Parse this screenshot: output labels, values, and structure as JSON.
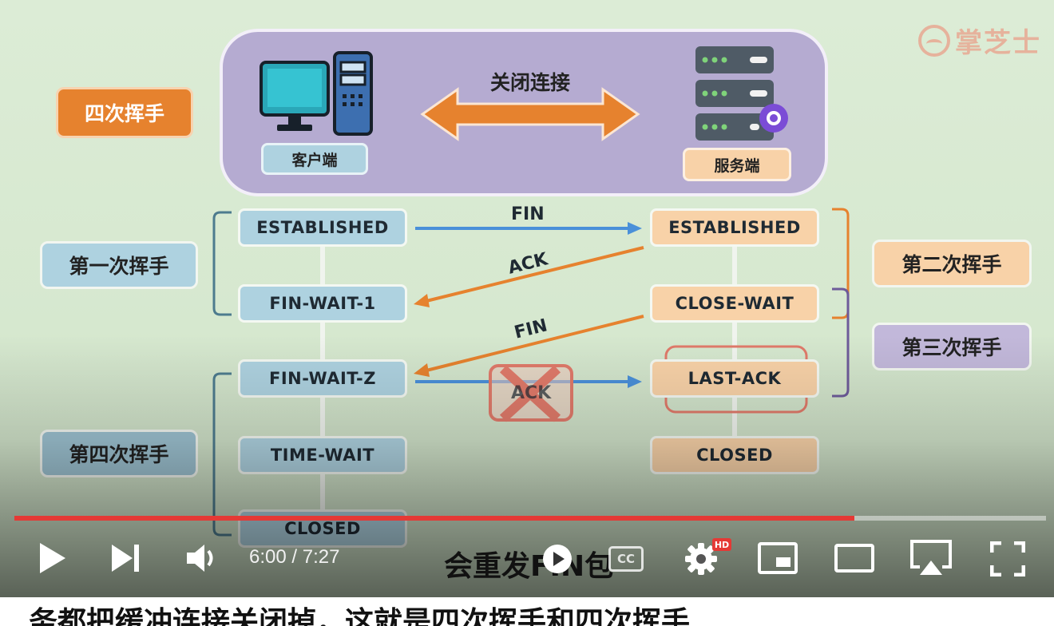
{
  "watermark": "掌芝士",
  "diagram": {
    "title_label": "四次挥手",
    "client_label": "客户端",
    "server_label": "服务端",
    "connection_label": "关闭连接",
    "phases": {
      "first": "第一次挥手",
      "second": "第二次挥手",
      "third": "第三次挥手",
      "fourth": "第四次挥手"
    },
    "client_states": [
      "ESTABLISHED",
      "FIN-WAIT-1",
      "FIN-WAIT-Z",
      "TIME-WAIT",
      "CLOSED"
    ],
    "server_states": [
      "ESTABLISHED",
      "CLOSE-WAIT",
      "LAST-ACK",
      "CLOSED"
    ],
    "messages": {
      "fin1": "FIN",
      "ack1": "ACK",
      "fin2": "FIN",
      "ack2": "ACK"
    }
  },
  "player": {
    "current_time": "6:00",
    "separator": " / ",
    "duration": "7:27",
    "progress": 0.8142,
    "caption_overlay": "会重发FIN包",
    "hd_badge": "HD",
    "cc_label": "CC",
    "accent": "#e53935"
  },
  "subtitle_text": "务都把缓冲连接关闭掉，这就是四次挥手和四次挥手"
}
